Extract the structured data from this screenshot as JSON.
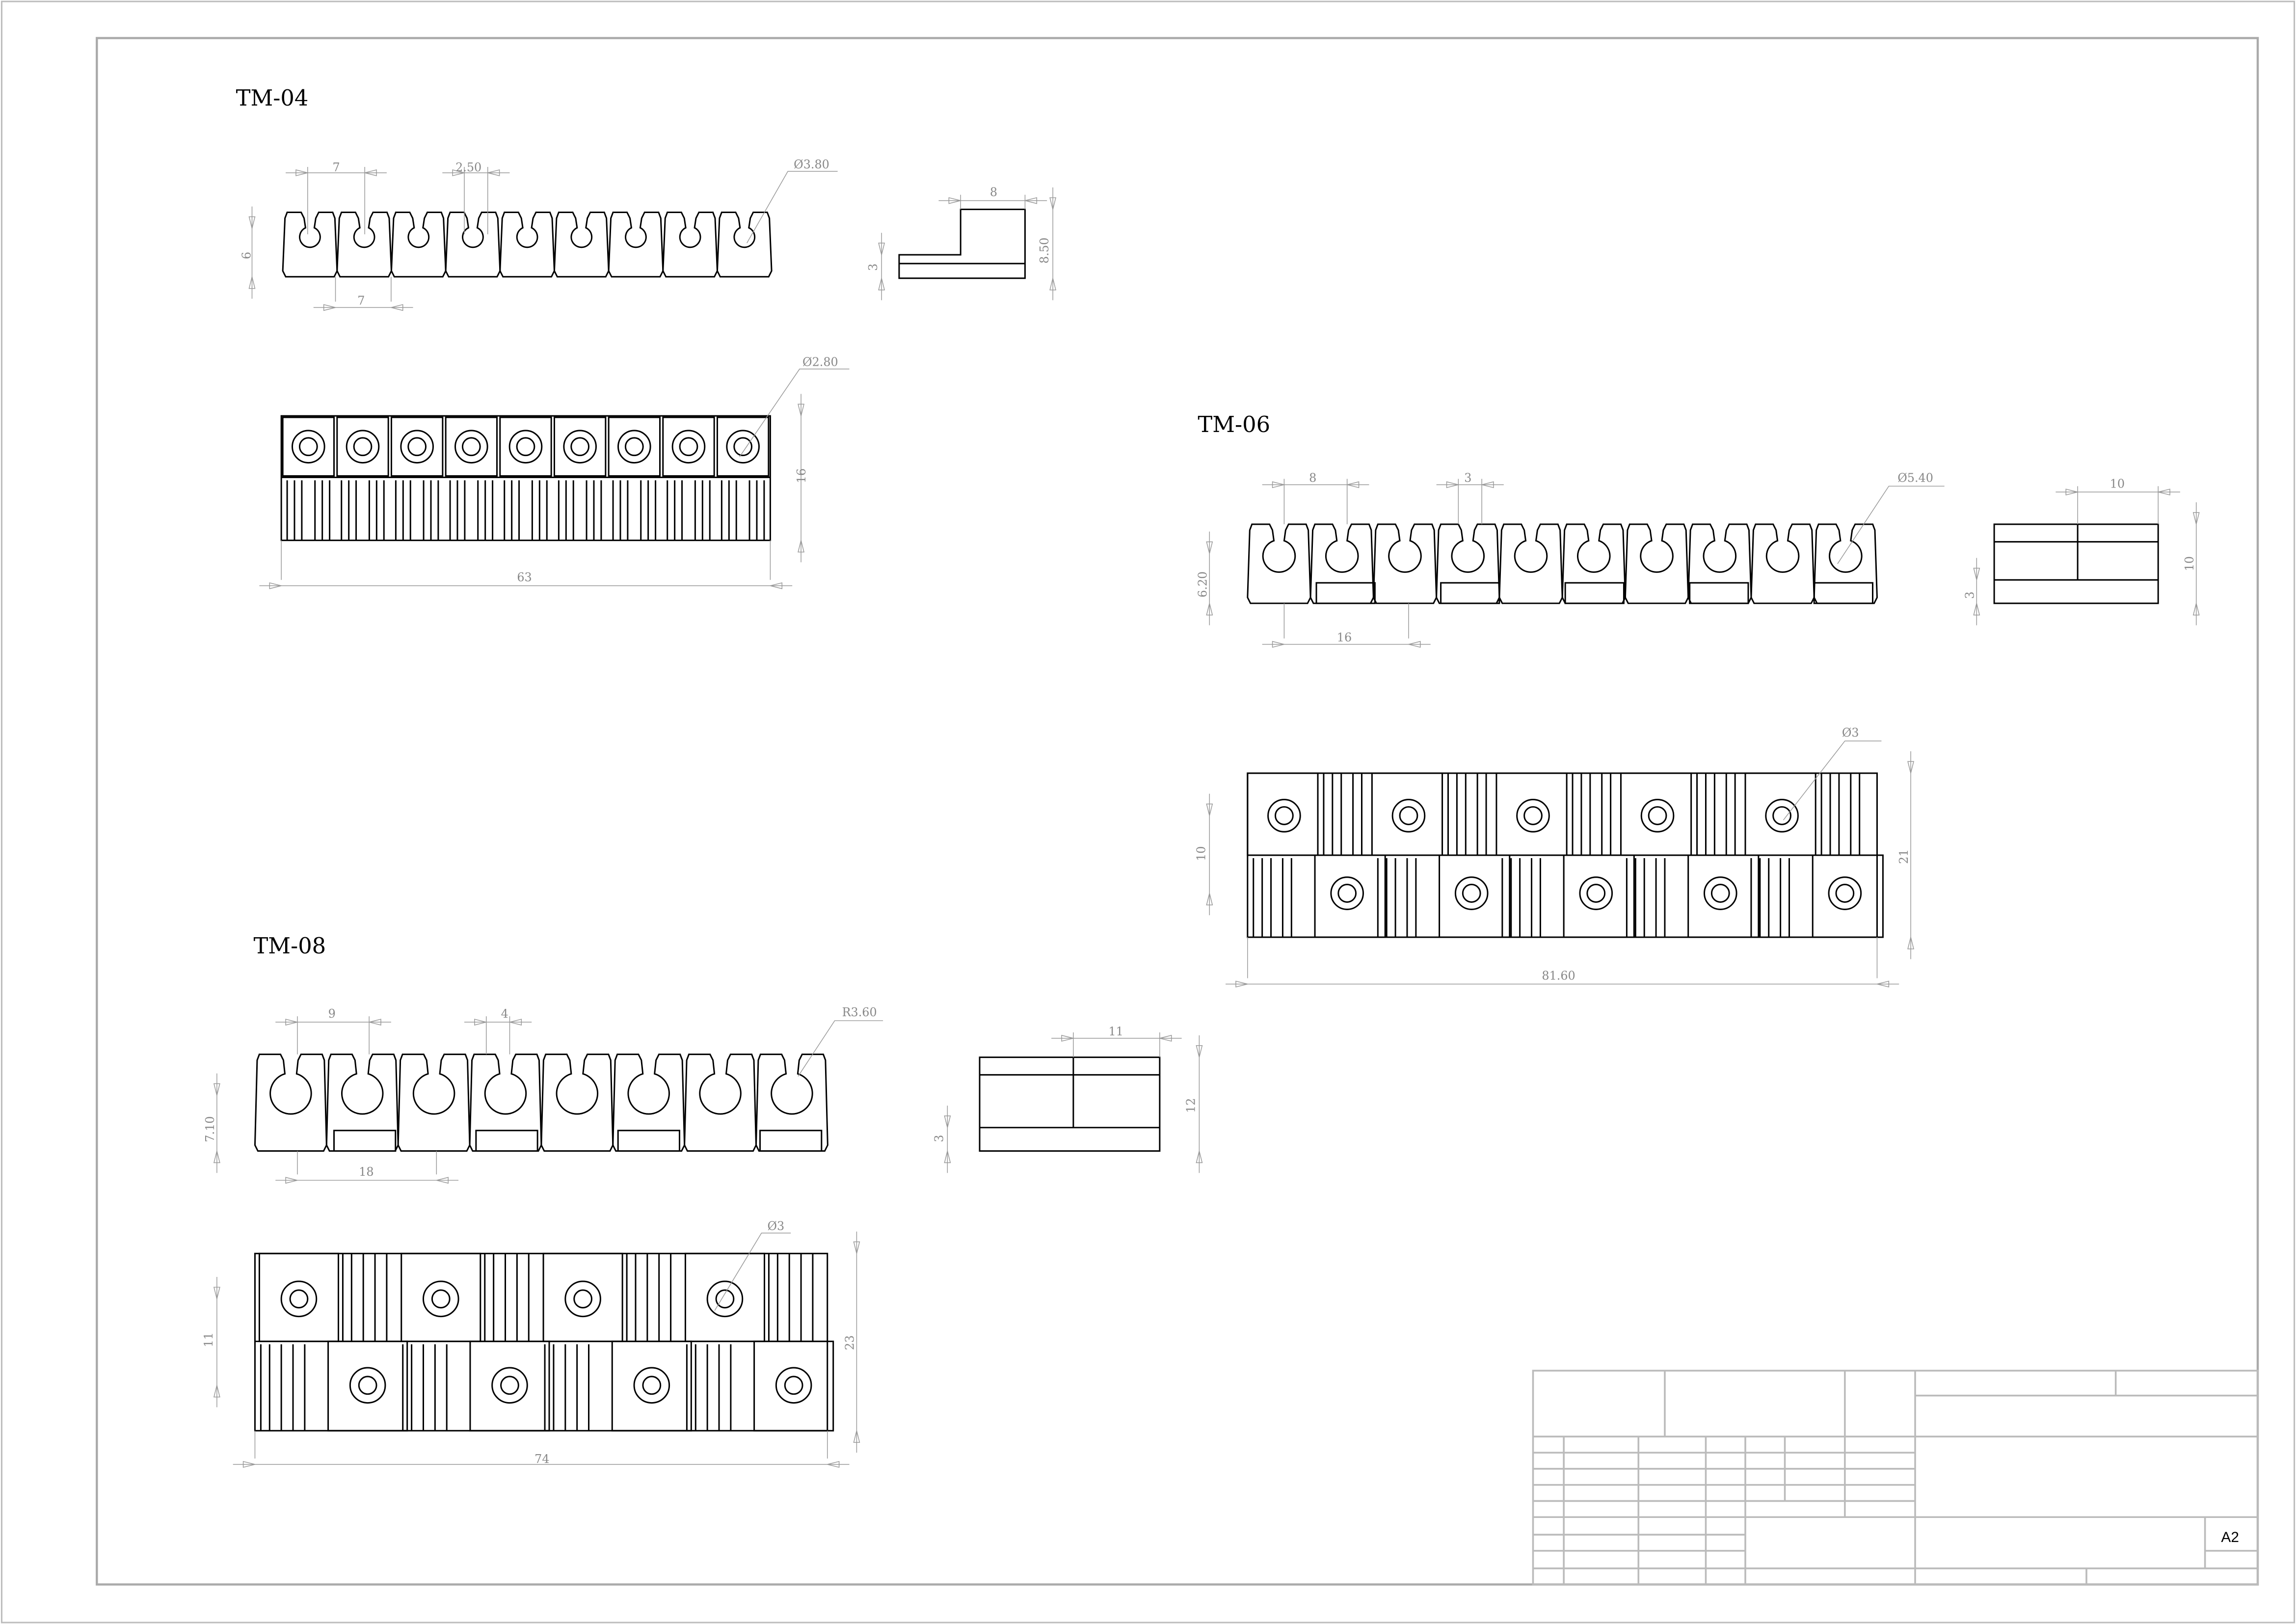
{
  "sheet": {
    "size_label": "A2"
  },
  "tm04": {
    "title": "TM-04",
    "dims": {
      "pitch_top": "7",
      "slot": "2.50",
      "hole": "Ø3.80",
      "height": "6",
      "pitch_bottom": "7",
      "end_width": "8",
      "end_height": "8.50",
      "end_base": "3",
      "top_hole": "Ø2.80",
      "top_depth": "16",
      "length": "63"
    }
  },
  "tm06": {
    "title": "TM-06",
    "dims": {
      "pitch": "8",
      "slot": "3",
      "hole": "Ø5.40",
      "height": "6.20",
      "pitch_bottom": "16",
      "end_width": "10",
      "end_height": "10",
      "end_base": "3",
      "top_hole": "Ø3",
      "top_row": "10",
      "top_depth": "21",
      "length": "81.60"
    }
  },
  "tm08": {
    "title": "TM-08",
    "dims": {
      "pitch": "9",
      "slot": "4",
      "radius": "R3.60",
      "height": "7.10",
      "pitch_bottom": "18",
      "end_width": "11",
      "end_height": "12",
      "end_base": "3",
      "top_hole": "Ø3",
      "top_row": "11",
      "top_depth": "23",
      "length": "74"
    }
  }
}
